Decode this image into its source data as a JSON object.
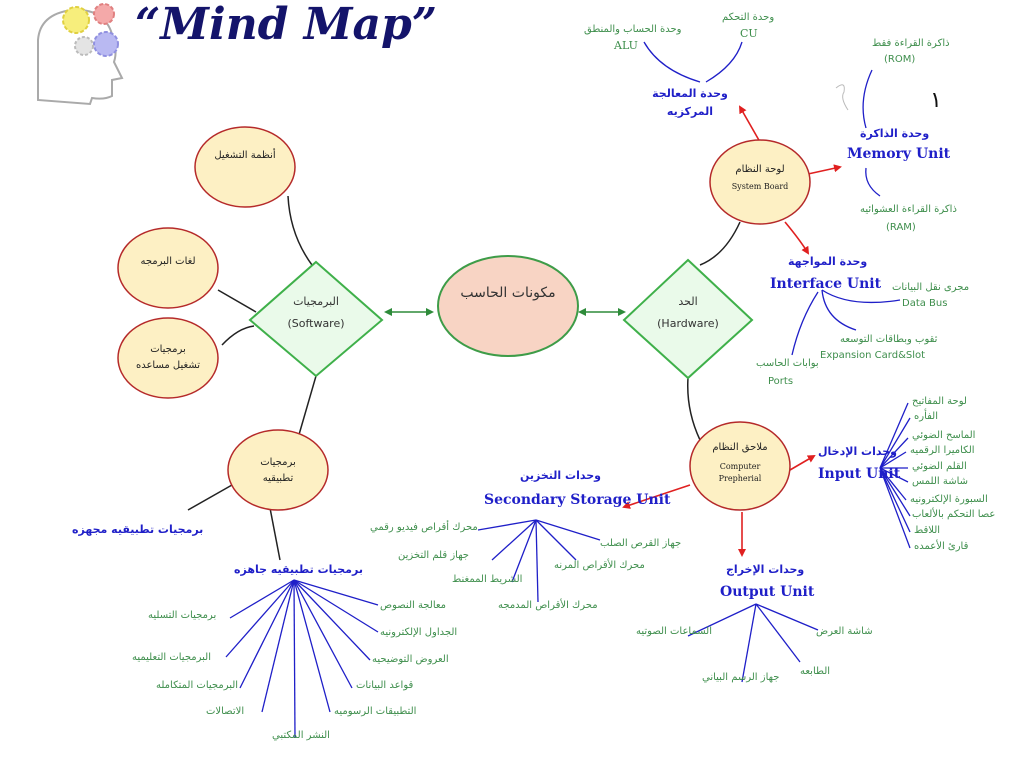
{
  "title": "“Mind Map”",
  "page_number": "١",
  "central": {
    "label": "مكونات الحاسب"
  },
  "software": {
    "ar": "البرمجيات",
    "en": "(Software)"
  },
  "hardware": {
    "ar": "الحد",
    "en": "(Hardware)"
  },
  "sw_nodes": {
    "os": "أنظمة التشغيل",
    "langs": "لغات البرمجه",
    "utilities": [
      "برمجيات",
      "تشغيل مساعده"
    ],
    "apps": [
      "برمجيات",
      "تطبيقيه"
    ]
  },
  "sw_apps": {
    "custom": "برمجيات تطبيقيه مجهزه",
    "packaged": "برمجيات تطبيقيه جاهزه",
    "items": [
      "برمجيات التسليه",
      "البرمجيات التعليميه",
      "البرمجيات المتكامله",
      "الاتصالات",
      "النشر المكتبي",
      "التطبيقات الرسوميه",
      "قواعد البيانات",
      "العروض التوضيحيه",
      "الجداول الإلكترونيه",
      "معالجة النصوص"
    ]
  },
  "system_board": {
    "ar": "لوحة النظام",
    "en": "System Board"
  },
  "cpu": {
    "ar": [
      "وحدة المعالجة",
      "المركزيه"
    ],
    "alu_ar": "وحدة الحساب والمنطق",
    "alu_en": "ALU",
    "cu_ar": "وحدة التحكم",
    "cu_en": "CU"
  },
  "memory": {
    "ar": "وحدة الذاكرة",
    "en": "Memory Unit",
    "rom_ar": "ذاكرة القراءة فقط",
    "rom_en": "(ROM)",
    "ram_ar": "ذاكرة القراءة العشوائيه",
    "ram_en": "(RAM)"
  },
  "interface": {
    "ar": "وحدة المواجهة",
    "en": "Interface Unit",
    "bus_ar": "مجرى نقل البيانات",
    "bus_en": "Data Bus",
    "slot_ar": "ثقوب وبطاقات التوسعه",
    "slot_en": "Expansion Card&Slot",
    "ports_ar": "بوابات الحاسب",
    "ports_en": "Ports"
  },
  "peripherals": {
    "ar": "ملاحق النظام",
    "en": [
      "Computer",
      "Prepherial"
    ]
  },
  "input": {
    "ar": "وحدات الإدخال",
    "en": "Input Unit",
    "items": [
      "لوحة المفاتيح",
      "الفأره",
      "الماسح الضوئي",
      "الكاميرا الرقميه",
      "القلم الضوئي",
      "شاشة اللمس",
      "السبورة الإلكترونيه",
      "عصا التحكم بالألعاب",
      "اللاقط",
      "قارئ الأعمده"
    ]
  },
  "storage": {
    "ar": "وحدات التخزين",
    "en": "Secondary Storage Unit",
    "items": [
      "محرك أقراص فيديو رقمي",
      "جهاز قلم التخزين",
      "الشريط الممغنط",
      "محرك الأقراص المدمجه",
      "محرك الأقراص المرنه",
      "جهاز القرص الصلب"
    ]
  },
  "output": {
    "ar": "وحدات الإخراج",
    "en": "Output Unit",
    "items": [
      "شاشة العرض",
      "السماعات الصوتيه",
      "الطابعه",
      "جهاز الرسم البياني"
    ]
  },
  "colors": {
    "node_fill": "#fdf0c4",
    "node_stroke": "#b52a2a",
    "diamond_fill": "#eafaea",
    "diamond_stroke": "#3fb04a",
    "center_fill": "#f8d4c4",
    "red_arrow": "#e02020",
    "green": "#3e8e4c",
    "blue_text": "#1f1fc8",
    "blue_line": "#1f1fc8"
  }
}
